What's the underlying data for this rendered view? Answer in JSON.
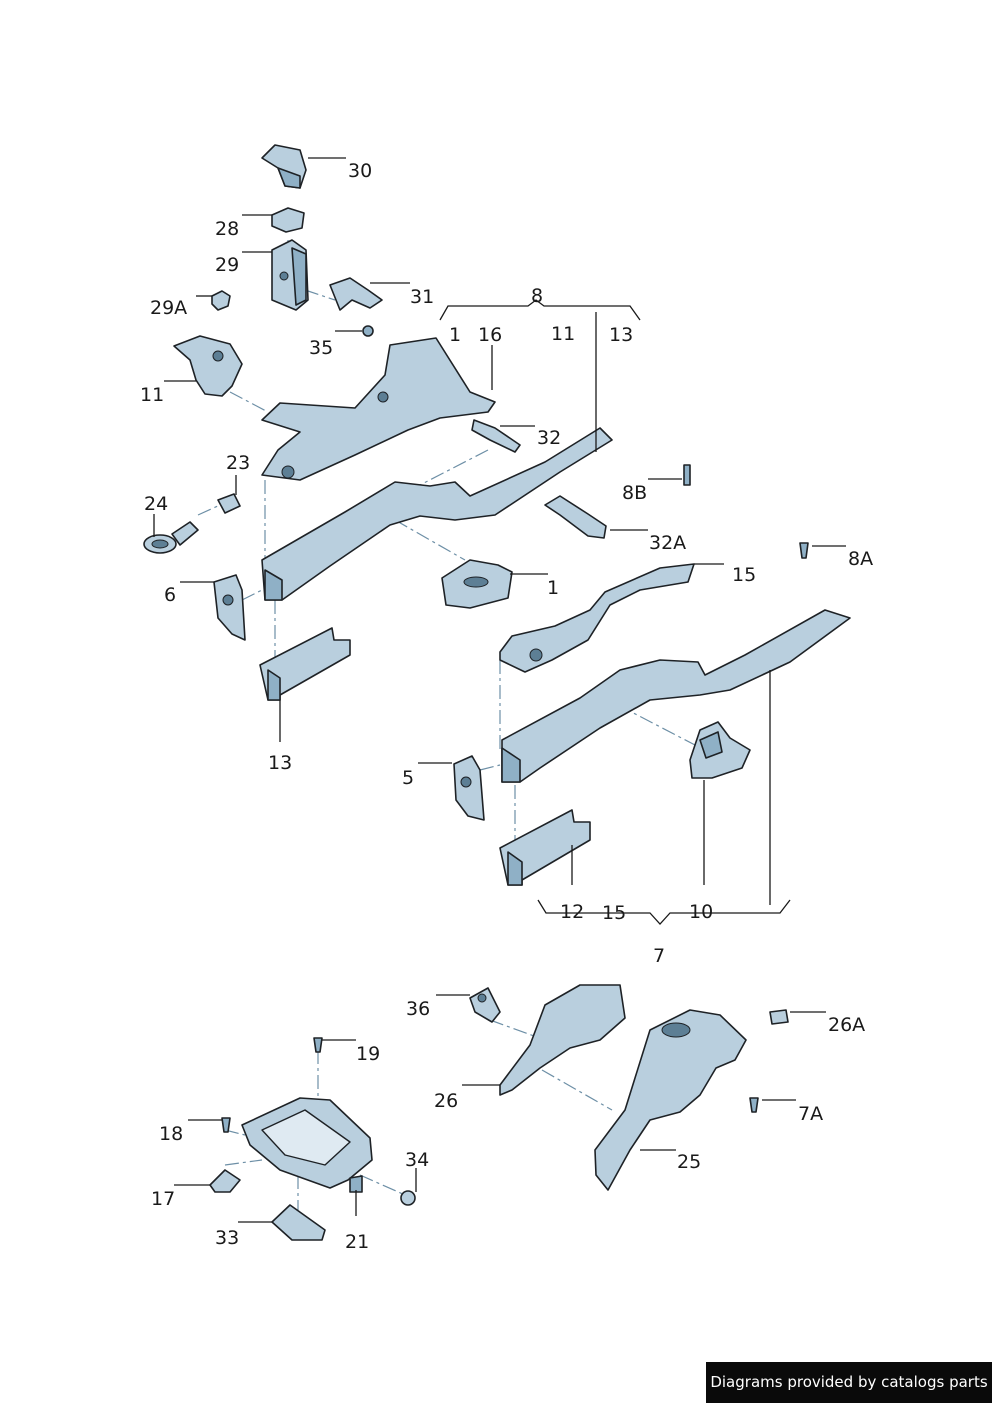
{
  "labels": {
    "l30": "30",
    "l28": "28",
    "l29": "29",
    "l29a": "29A",
    "l31": "31",
    "l35": "35",
    "l8": "8",
    "l8_1": "1",
    "l8_16": "16",
    "l8_11": "11",
    "l8_13": "13",
    "l11": "11",
    "l32": "32",
    "l23": "23",
    "l24": "24",
    "l8b": "8B",
    "l32a": "32A",
    "l8a": "8A",
    "l1": "1",
    "l15": "15",
    "l6": "6",
    "l13": "13",
    "l5": "5",
    "l7_12": "12",
    "l7_15": "15",
    "l7_10": "10",
    "l7": "7",
    "l36": "36",
    "l26a": "26A",
    "l19": "19",
    "l26": "26",
    "l7a": "7A",
    "l18": "18",
    "l34": "34",
    "l25": "25",
    "l17": "17",
    "l33": "33",
    "l21": "21"
  },
  "footer": {
    "credit": "Diagrams provided by catalogs parts"
  },
  "colors": {
    "part_fill": "#b9cfde",
    "part_shadow": "#8fb0c6",
    "outline": "#1e2226",
    "footer_bg": "#0a0a0a"
  }
}
